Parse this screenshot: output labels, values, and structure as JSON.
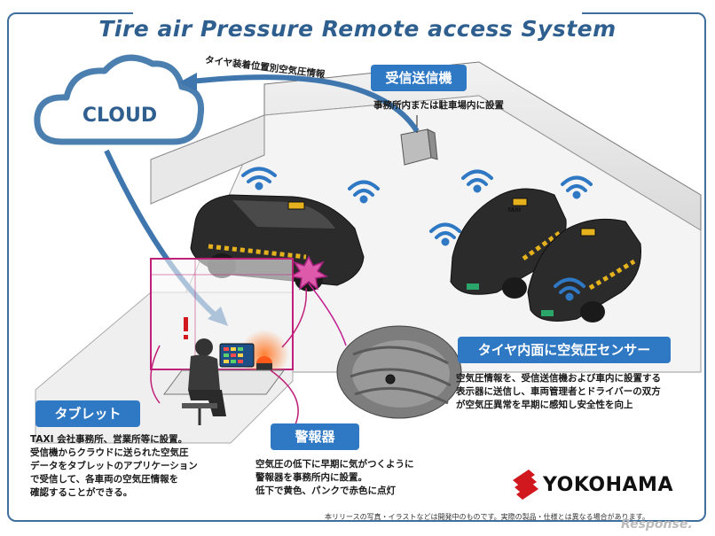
{
  "title": "Tire air Pressure Remote access System",
  "cloud": {
    "label": "CLOUD"
  },
  "arrow_label": "タイヤ装着位置別空気圧情報",
  "receiver": {
    "heading": "受信送信機",
    "lines": [
      "事務所内または駐車場内に設置"
    ]
  },
  "sensor": {
    "heading": "タイヤ内面に空気圧センサー",
    "lines": [
      "空気圧情報を、受信送信機および車内に設置する",
      "表示器に送信し、車両管理者とドライバーの双方",
      "が空気圧異常を早期に感知し安全性を向上"
    ]
  },
  "tablet": {
    "heading": "タブレット",
    "lines": [
      "TAXI 会社事務所、営業所等に設置。",
      "受信機からクラウドに送られた空気圧",
      "データをタブレットのアプリケーション",
      "で受信して、各車両の空気圧情報を",
      "確認することができる。"
    ]
  },
  "alarm": {
    "heading": "警報器",
    "lines": [
      "空気圧の低下に早期に気がつくように",
      "警報器を事務所内に設置。",
      "低下で黄色、パンクで赤色に点灯"
    ]
  },
  "taxi_sign": "TAXI",
  "brand": "YOKOHAMA",
  "footnote": "本リリースの写真・イラストなどは開発中のものです。実際の製品・仕様とは異なる場合があります。",
  "watermark": "Response.",
  "colors": {
    "accent": "#2f78c4",
    "title": "#2f5f8f",
    "cloud": "#4a7fb0",
    "alert": "#e0a020"
  }
}
